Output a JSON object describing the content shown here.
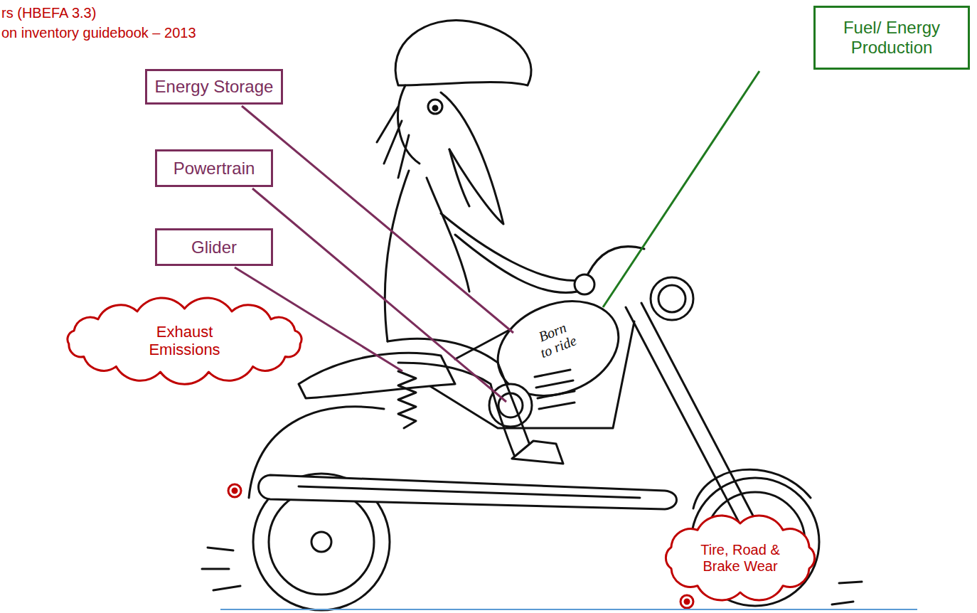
{
  "diagram": {
    "nodes": [
      {
        "text": [
          "Fuel/ Energy Production"
        ]
      },
      {
        "text": [
          "Energy Storage"
        ]
      },
      {
        "text": [
          "Powertrain"
        ]
      },
      {
        "text": [
          "Glider"
        ]
      },
      {
        "text": [
          "Exhaust Emissions"
        ]
      },
      {
        "text": [
          "Tire, Road & Brake Wear"
        ]
      }
    ],
    "labels": [
      "rs (HBEFA 3.3)",
      "on inventory guidebook – 2013",
      "Born to ride"
    ]
  }
}
